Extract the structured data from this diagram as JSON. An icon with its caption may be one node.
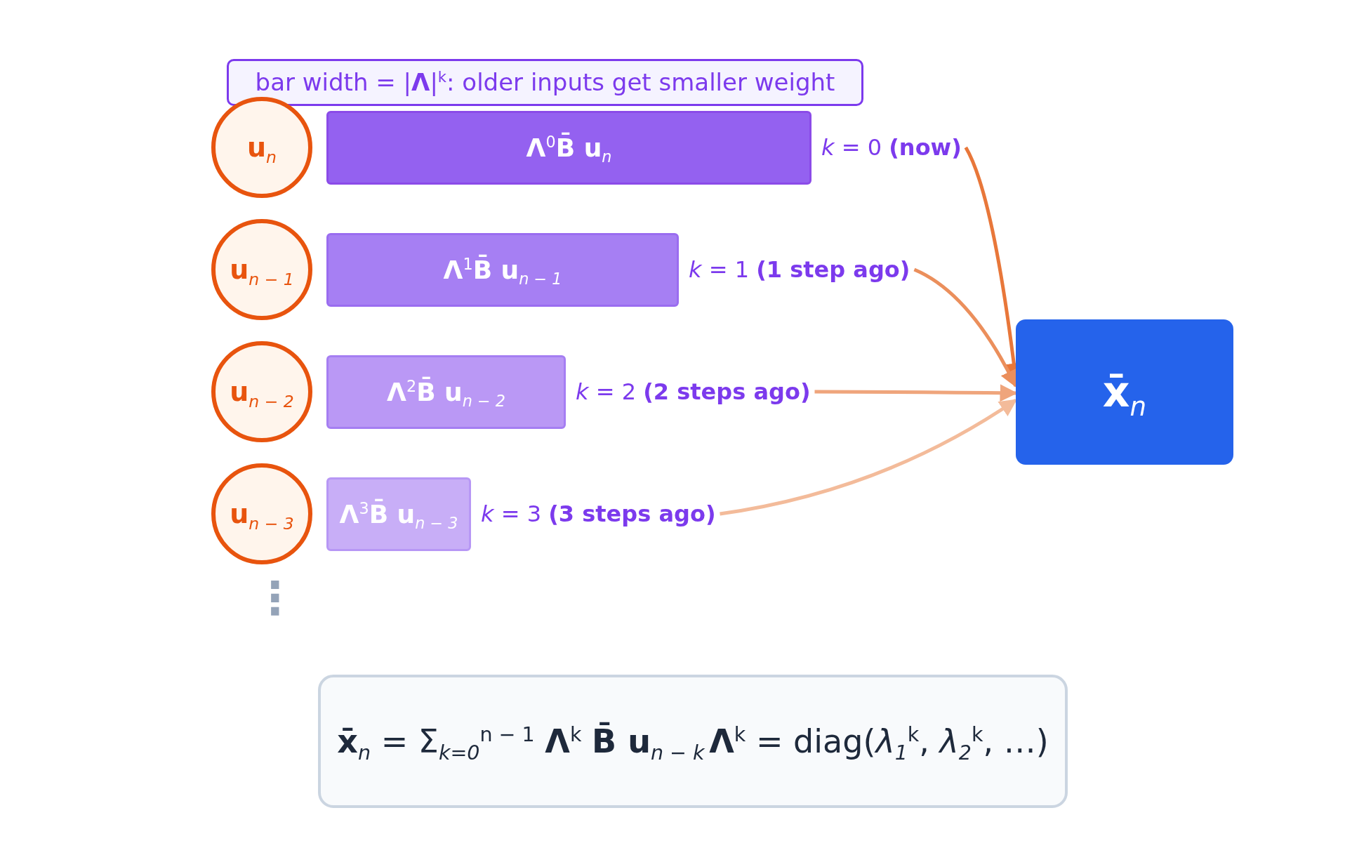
{
  "diagram": {
    "nodes": [
      {
        "text": [
          "bar width = |**Λ**|$^{k}$: older inputs get smaller weight"
        ]
      },
      {
        "text": [
          "u$_{n}$"
        ]
      },
      {
        "text": [
          "Λ$^{0}$B̄ u$_{n}$"
        ]
      },
      {
        "text": [
          "*k* = 0 **(now)**"
        ]
      },
      {
        "text": [
          "u$_{n − 1}$"
        ]
      },
      {
        "text": [
          "Λ$^{1}$B̄ u$_{n − 1}$"
        ]
      },
      {
        "text": [
          "*k* = 1 **(1 step ago)**"
        ]
      },
      {
        "text": [
          "u$_{n − 2}$"
        ]
      },
      {
        "text": [
          "Λ$^{2}$B̄ u$_{n − 2}$"
        ]
      },
      {
        "text": [
          "*k* = 2 **(2 steps ago)**"
        ]
      },
      {
        "text": [
          "u$_{n − 3}$"
        ]
      },
      {
        "text": [
          "Λ$^{3}$B̄ u$_{n − 3}$"
        ]
      },
      {
        "text": [
          "*k* = 3 **(3 steps ago)**"
        ]
      },
      {
        "text": [
          "x̄$_{n}$"
        ]
      },
      {
        "text": [
          "**x̄**$_{n}$ = Σ$_{k=0}$$^{n − 1}$ **Λ**$^{k}$ **B̄ u**$_{n − k}$",
          "**Λ**$^{k}$ = diag(*λ*$_{1}$$^{k}$, *λ*$_{2}$$^{k}$, …)"
        ]
      }
    ],
    "edges": [
      {
        "from": 3,
        "to": 13,
        "arrow": "to",
        "color": "#e8773a"
      },
      {
        "from": 6,
        "to": 13,
        "arrow": "to",
        "color": "#eb8f5c"
      },
      {
        "from": 9,
        "to": 13,
        "arrow": "to",
        "color": "#efa57c"
      },
      {
        "from": 12,
        "to": 13,
        "arrow": "to",
        "color": "#f3bb9a"
      }
    ],
    "labels": [
      "⋮"
    ]
  }
}
